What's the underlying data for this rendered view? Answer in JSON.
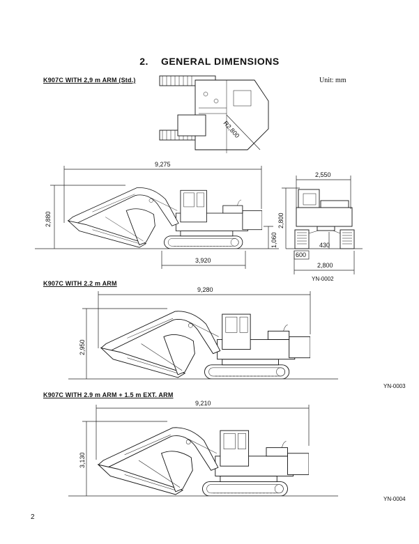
{
  "section": {
    "number": "2.",
    "title": "GENERAL DIMENSIONS"
  },
  "unit_label": "Unit:  mm",
  "figures": [
    {
      "caption": "K907C WITH 2,9 m ARM (Std.)",
      "ref": "YN-0002",
      "top_view": {
        "radius": "R2,800"
      },
      "side": {
        "overall_length": "9,275",
        "height": "2,880",
        "track_length": "3,920",
        "clearance": "1,060"
      },
      "front": {
        "width": "2,550",
        "height": "2,800",
        "ground_clearance": "430",
        "shoe_width": "600",
        "track_gauge_width": "2,800"
      }
    },
    {
      "caption": "K907C WITH 2.2 m ARM",
      "ref": "YN-0003",
      "side": {
        "overall_length": "9,280",
        "height": "2,950"
      }
    },
    {
      "caption": "K907C WITH 2.9 m ARM + 1.5 m EXT. ARM",
      "ref": "YN-0004",
      "side": {
        "overall_length": "9,210",
        "height": "3,130"
      }
    }
  ],
  "page_number": "2"
}
